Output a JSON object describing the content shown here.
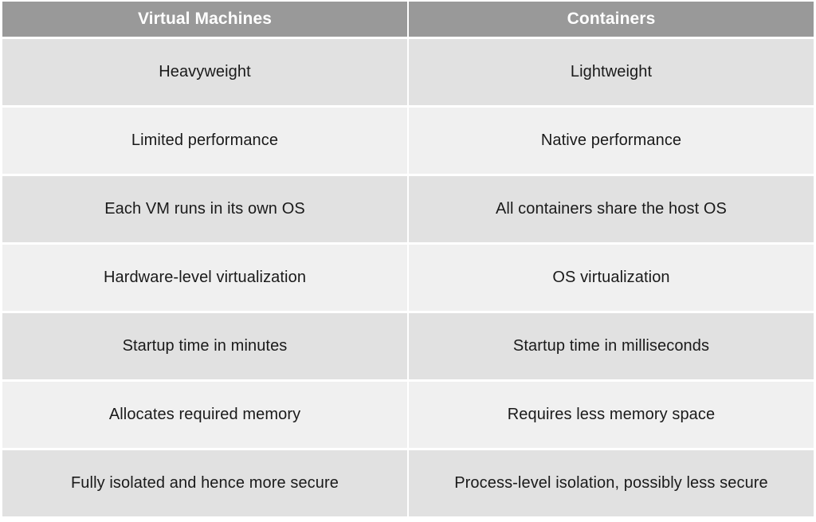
{
  "table": {
    "headers": [
      "Virtual Machines",
      "Containers"
    ],
    "rows": [
      [
        "Heavyweight",
        "Lightweight"
      ],
      [
        "Limited performance",
        "Native performance"
      ],
      [
        "Each VM runs in its own OS",
        "All containers share the host OS"
      ],
      [
        "Hardware-level virtualization",
        "OS virtualization"
      ],
      [
        "Startup time in minutes",
        "Startup time in milliseconds"
      ],
      [
        "Allocates required memory",
        "Requires less memory space"
      ],
      [
        "Fully isolated and hence more secure",
        "Process-level isolation, possibly less secure"
      ]
    ]
  },
  "colors": {
    "header_bg": "#999999",
    "header_text": "#ffffff",
    "row_odd_bg": "#e1e1e1",
    "row_even_bg": "#f0f0f0",
    "cell_text": "#1a1a1a"
  }
}
